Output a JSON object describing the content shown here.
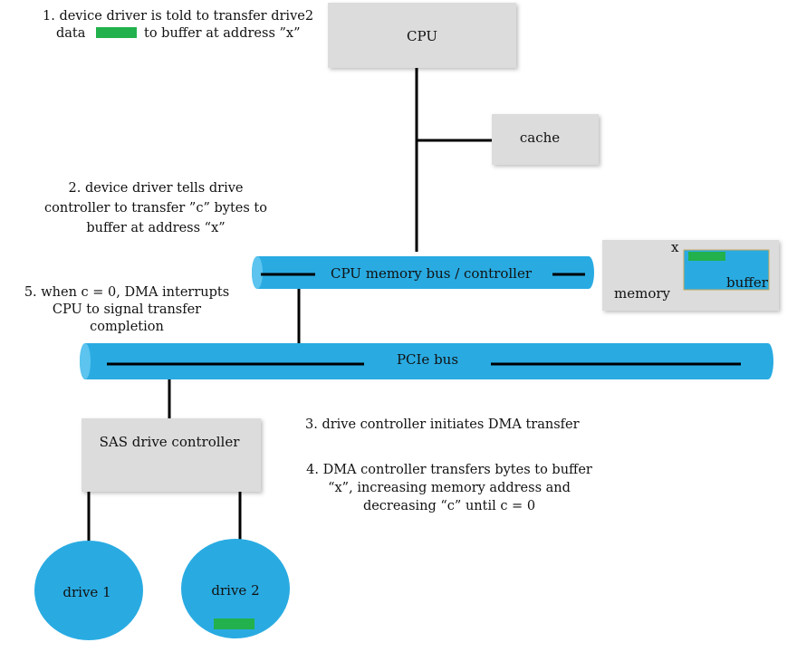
{
  "colors": {
    "box_fill": "#dcdcdc",
    "bus_fill": "#29abe2",
    "bus_highlight": "#5cc4ee",
    "drive_fill": "#29abe2",
    "data_block": "#22b14c",
    "line": "#000000"
  },
  "nodes": {
    "cpu": "CPU",
    "cache": "cache",
    "cpu_bus": "CPU memory bus / controller",
    "memory": "memory",
    "buffer_label": "buffer",
    "buffer_address": "x",
    "pcie_bus": "PCIe bus",
    "sas_controller": "SAS drive controller",
    "drive1": "drive 1",
    "drive2": "drive 2"
  },
  "steps": {
    "step1": {
      "line1": "1. device driver is told to transfer drive2",
      "line2_before": "data",
      "line2_after": "to buffer at address ”x”"
    },
    "step2": [
      "2. device driver tells drive",
      "controller to transfer ”c” bytes to",
      "buffer at address “x”"
    ],
    "step3": "3. drive controller initiates DMA transfer",
    "step4": [
      "4. DMA controller transfers bytes to buffer",
      "“x”, increasing memory address and",
      "decreasing  “c” until c = 0"
    ],
    "step5": [
      "5. when c = 0, DMA interrupts",
      "CPU to signal transfer",
      "completion"
    ]
  }
}
